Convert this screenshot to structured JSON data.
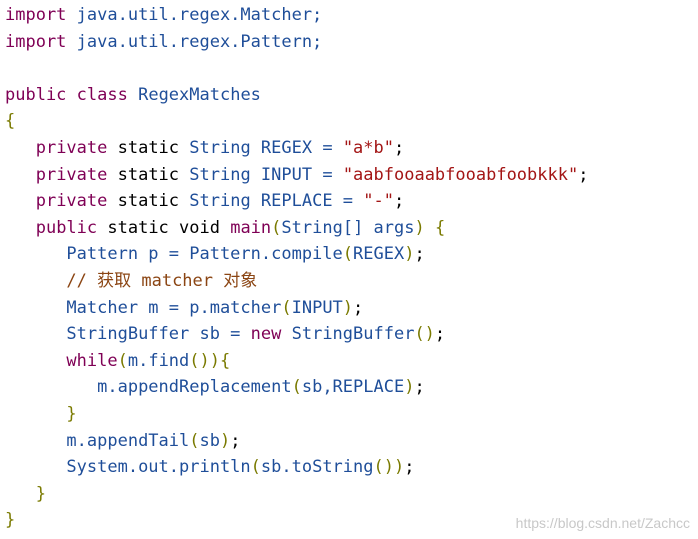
{
  "code_lines": [
    [
      [
        "import",
        "kw"
      ],
      [
        " java.util.regex.Matcher;",
        "type"
      ]
    ],
    [
      [
        "import",
        "kw"
      ],
      [
        " java.util.regex.Pattern;",
        "type"
      ]
    ],
    [],
    [
      [
        "public",
        "kw"
      ],
      [
        " ",
        ""
      ],
      [
        "class",
        "kw"
      ],
      [
        " RegexMatches",
        "type"
      ]
    ],
    [
      [
        "{",
        "brace"
      ]
    ],
    [
      [
        "   ",
        ""
      ],
      [
        "private",
        "kw"
      ],
      [
        " static ",
        ""
      ],
      [
        "String",
        "type"
      ],
      [
        " REGEX = ",
        "type"
      ],
      [
        "\"a*b\"",
        "str"
      ],
      [
        ";",
        ""
      ]
    ],
    [
      [
        "   ",
        ""
      ],
      [
        "private",
        "kw"
      ],
      [
        " static ",
        ""
      ],
      [
        "String",
        "type"
      ],
      [
        " INPUT = ",
        "type"
      ],
      [
        "\"aabfooaabfooabfoobkkk\"",
        "str"
      ],
      [
        ";",
        ""
      ]
    ],
    [
      [
        "   ",
        ""
      ],
      [
        "private",
        "kw"
      ],
      [
        " static ",
        ""
      ],
      [
        "String",
        "type"
      ],
      [
        " REPLACE = ",
        "type"
      ],
      [
        "\"-\"",
        "str"
      ],
      [
        ";",
        ""
      ]
    ],
    [
      [
        "   ",
        ""
      ],
      [
        "public",
        "kw"
      ],
      [
        " static void ",
        ""
      ],
      [
        "main",
        "kw"
      ],
      [
        "(",
        "brace"
      ],
      [
        "String",
        "type"
      ],
      [
        "[] args",
        "type"
      ],
      [
        ")",
        "brace"
      ],
      [
        " {",
        "brace"
      ]
    ],
    [
      [
        "      ",
        ""
      ],
      [
        "Pattern p = Pattern.compile",
        "type"
      ],
      [
        "(",
        "brace"
      ],
      [
        "REGEX",
        "type"
      ],
      [
        ")",
        "brace"
      ],
      [
        ";",
        ""
      ]
    ],
    [
      [
        "      ",
        ""
      ],
      [
        "// 获取 matcher 对象",
        "cmt"
      ]
    ],
    [
      [
        "      ",
        ""
      ],
      [
        "Matcher m = p.matcher",
        "type"
      ],
      [
        "(",
        "brace"
      ],
      [
        "INPUT",
        "type"
      ],
      [
        ")",
        "brace"
      ],
      [
        ";",
        ""
      ]
    ],
    [
      [
        "      ",
        ""
      ],
      [
        "StringBuffer sb = ",
        "type"
      ],
      [
        "new",
        "kw"
      ],
      [
        " StringBuffer",
        "type"
      ],
      [
        "()",
        "brace"
      ],
      [
        ";",
        ""
      ]
    ],
    [
      [
        "      ",
        ""
      ],
      [
        "while",
        "kw"
      ],
      [
        "(",
        "brace"
      ],
      [
        "m.find",
        "type"
      ],
      [
        "())",
        "brace"
      ],
      [
        "{",
        "brace"
      ]
    ],
    [
      [
        "         ",
        ""
      ],
      [
        "m.appendReplacement",
        "type"
      ],
      [
        "(",
        "brace"
      ],
      [
        "sb,REPLACE",
        "type"
      ],
      [
        ")",
        "brace"
      ],
      [
        ";",
        ""
      ]
    ],
    [
      [
        "      ",
        ""
      ],
      [
        "}",
        "brace"
      ]
    ],
    [
      [
        "      ",
        ""
      ],
      [
        "m.appendTail",
        "type"
      ],
      [
        "(",
        "brace"
      ],
      [
        "sb",
        "type"
      ],
      [
        ")",
        "brace"
      ],
      [
        ";",
        ""
      ]
    ],
    [
      [
        "      ",
        ""
      ],
      [
        "System.out.println",
        "type"
      ],
      [
        "(",
        "brace"
      ],
      [
        "sb.toString",
        "type"
      ],
      [
        "())",
        "brace"
      ],
      [
        ";",
        ""
      ]
    ],
    [
      [
        "   ",
        ""
      ],
      [
        "}",
        "brace"
      ]
    ],
    [
      [
        "}",
        "brace"
      ]
    ]
  ],
  "watermark": "https://blog.csdn.net/Zachcc",
  "colors": {
    "keyword": "#7f0055",
    "type": "#1f4e99",
    "string": "#a31515",
    "comment": "#8b4513",
    "brace": "#7a7a00"
  }
}
